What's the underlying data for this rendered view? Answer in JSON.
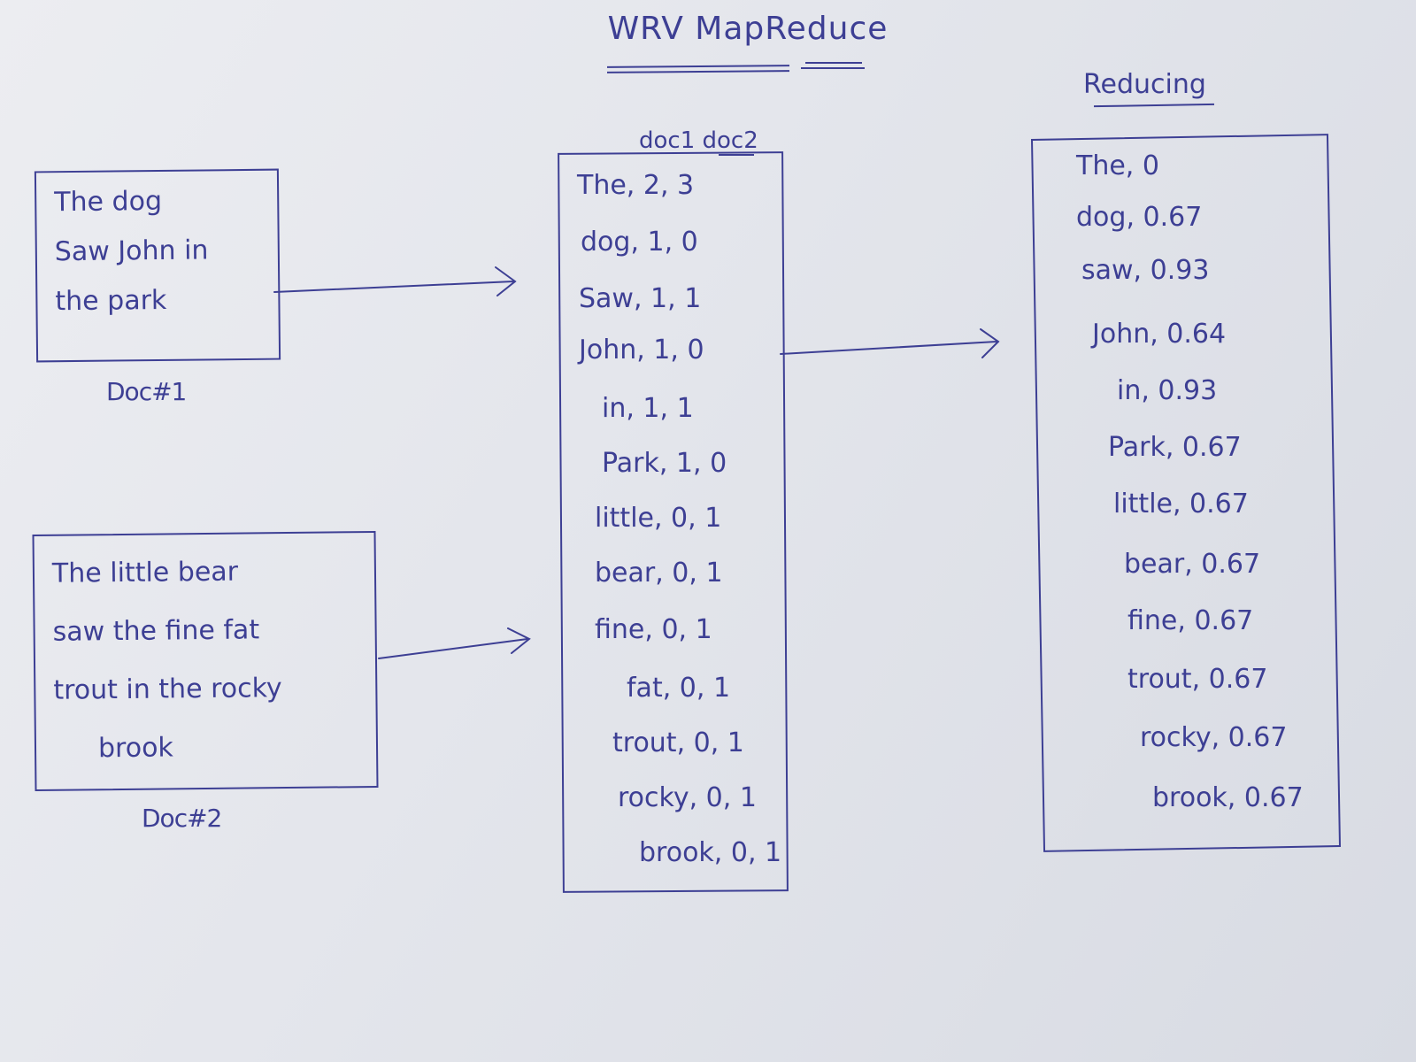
{
  "title": "WRV MapReduce",
  "documents": [
    {
      "label": "Doc#1",
      "lines": [
        "The dog",
        "Saw John in",
        "the park"
      ]
    },
    {
      "label": "Doc#2",
      "lines": [
        "The little bear",
        "saw the fine fat",
        "trout in the rocky",
        "brook"
      ]
    }
  ],
  "map_header": "doc1 doc2",
  "map_rows": [
    "The, 2, 3",
    "dog, 1, 0",
    "Saw, 1, 1",
    "John, 1, 0",
    "in, 1, 1",
    "Park, 1, 0",
    "little, 0, 1",
    "bear, 0, 1",
    "fine, 0, 1",
    "fat, 0, 1",
    "trout, 0, 1",
    "rocky, 0, 1",
    "brook, 0, 1"
  ],
  "reduce_header": "Reducing",
  "reduce_rows": [
    "The, 0",
    "dog, 0.67",
    "saw, 0.93",
    "John, 0.64",
    "in, 0.93",
    "Park, 0.67",
    "little, 0.67",
    "bear, 0.67",
    "fine, 0.67",
    "trout, 0.67",
    "rocky, 0.67",
    "brook, 0.67"
  ],
  "ink_color": "#3d3f94"
}
